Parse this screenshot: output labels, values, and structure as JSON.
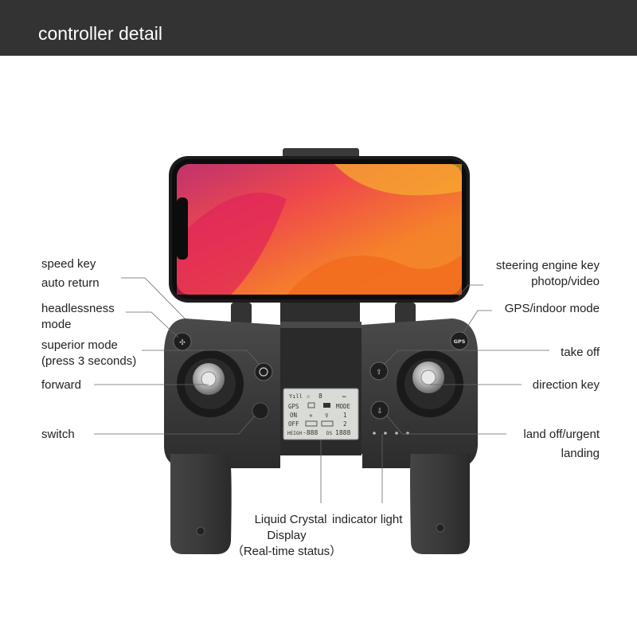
{
  "header": {
    "title": "controller detail"
  },
  "labels": {
    "speed_key": "speed key",
    "auto_return": "auto return",
    "headlessness_1": "headlessness",
    "headlessness_2": "mode",
    "superior_1": "superior mode",
    "superior_2": "(press 3 seconds)",
    "forward": "forward",
    "switch": "switch",
    "steering_engine": "steering engine key",
    "photo_video": "photop/video",
    "gps_indoor": "GPS/indoor mode",
    "take_off": "take off",
    "direction_key": "direction key",
    "land_off_1": "land off/urgent",
    "land_off_2": "landing",
    "lcd_1": "Liquid Crystal",
    "lcd_2": "Display",
    "lcd_3": "（Real-time status）",
    "indicator_light": "indicator light"
  },
  "controller": {
    "gps_button": "GPS",
    "lcd": {
      "row1": [
        "Yıll",
        "☉",
        "8",
        "▭"
      ],
      "gps_label": "GPS",
      "mode_label": "MODE",
      "on_label": "ON",
      "off_label": "OFF",
      "mode_1": "1",
      "mode_2": "2",
      "height_label": "HEIGH",
      "height_value": "-888",
      "ds_label": "DS",
      "ds_value": "1888"
    }
  },
  "colors": {
    "header_bg": "#333333",
    "controller_body": "#3a3a3a",
    "phone_screen_orange": "#f07a2a",
    "phone_screen_red": "#e8345a"
  }
}
